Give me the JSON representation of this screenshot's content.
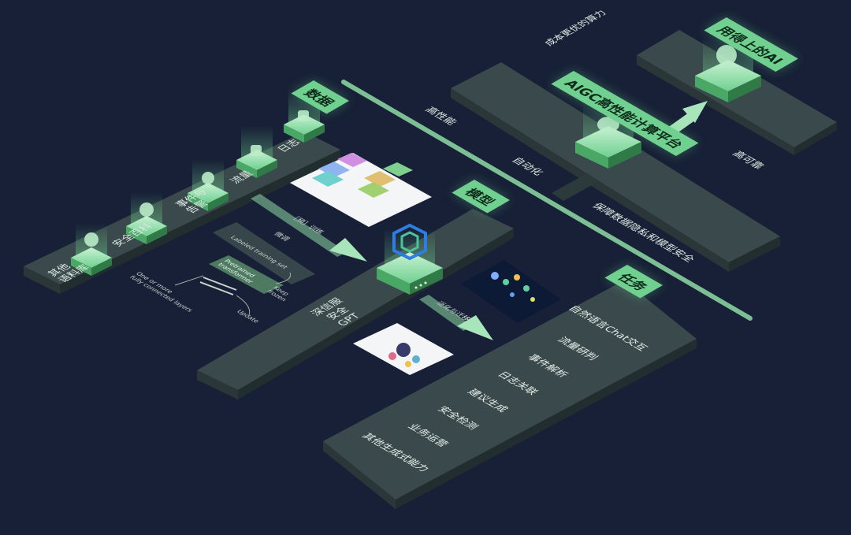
{
  "top": {
    "cost_text": "成本更优的算力",
    "usable_ai_tag": "用得上的AI",
    "high_performance": "高性能",
    "automation": "自动化",
    "platform_tag": "AIGC高性能计算平台",
    "high_reliability": "高可靠",
    "privacy_text": "保障数据隐私和模型安全"
  },
  "data_section": {
    "tag": "数据",
    "items": [
      "日志",
      "流量",
      "事件与\n告警",
      "安全百科",
      "其他\n语料库"
    ]
  },
  "training": {
    "pretrain_label": "［预］训练",
    "finetune_label": "微调",
    "labeled_set": "Labeled training set",
    "pretrained_transformer": "Pretrained\ntransformer",
    "keep_frozen": "Keep\nfrozen",
    "fully_connected": "One or more\nfully connected layers",
    "update": "Update"
  },
  "model_section": {
    "tag": "模型",
    "name": "深信服\n安全\nGPT",
    "transfer_label": "泛化与迁移"
  },
  "task_section": {
    "tag": "任务",
    "items": [
      "自然语言Chat交互",
      "流量研判",
      "事件解析",
      "日志关联",
      "建议生成",
      "安全检测",
      "业务运营",
      "其他生成式能力"
    ]
  },
  "colors": {
    "background": "#172036",
    "platform": "#3a4a4c",
    "accent": "#6fd08f",
    "node_top": "#a8e5ba",
    "text": "#dfe9e3"
  },
  "icons": [
    "log-icon",
    "traffic-icon",
    "alert-icon",
    "wiki-icon",
    "corpus-icon",
    "cloud-icon",
    "ai-head-icon",
    "sangfor-logo-icon"
  ]
}
